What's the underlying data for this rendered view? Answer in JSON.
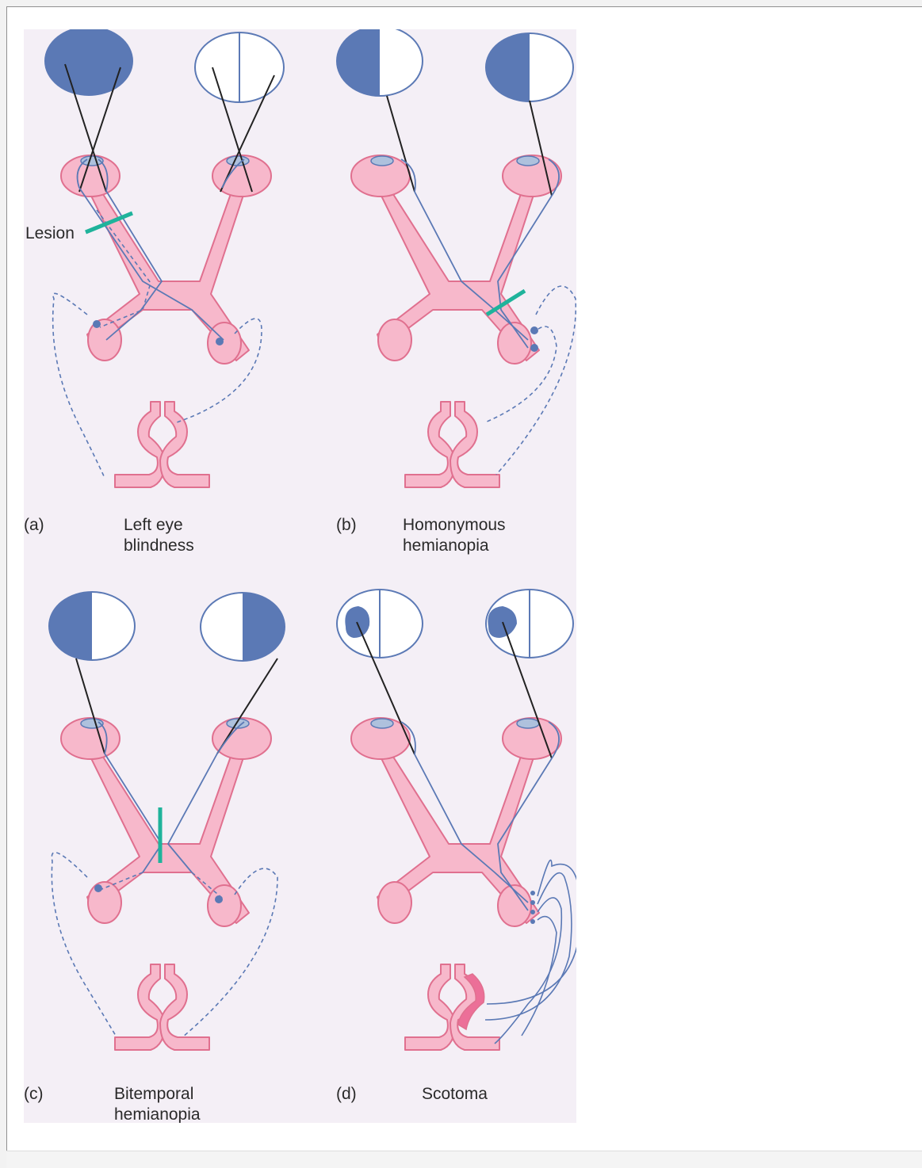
{
  "colors": {
    "pathway_fill": "#f7b8cb",
    "pathway_stroke": "#e0708f",
    "nerve": "#5b79b5",
    "field_blind": "#5b79b5",
    "field_edge": "#5b79b5",
    "lesion": "#1fb39b",
    "damage": "#ec6f98",
    "panel_background": "#f4eff6"
  },
  "panels": [
    {
      "letter": "(a)",
      "title_line1": "Left eye",
      "title_line2": "blindness",
      "lesion_label": "Lesion"
    },
    {
      "letter": "(b)",
      "title_line1": "Homonymous",
      "title_line2": "hemianopia"
    },
    {
      "letter": "(c)",
      "title_line1": "Bitemporal",
      "title_line2": "hemianopia"
    },
    {
      "letter": "(d)",
      "title_line1": "Scotoma",
      "title_line2": ""
    }
  ]
}
